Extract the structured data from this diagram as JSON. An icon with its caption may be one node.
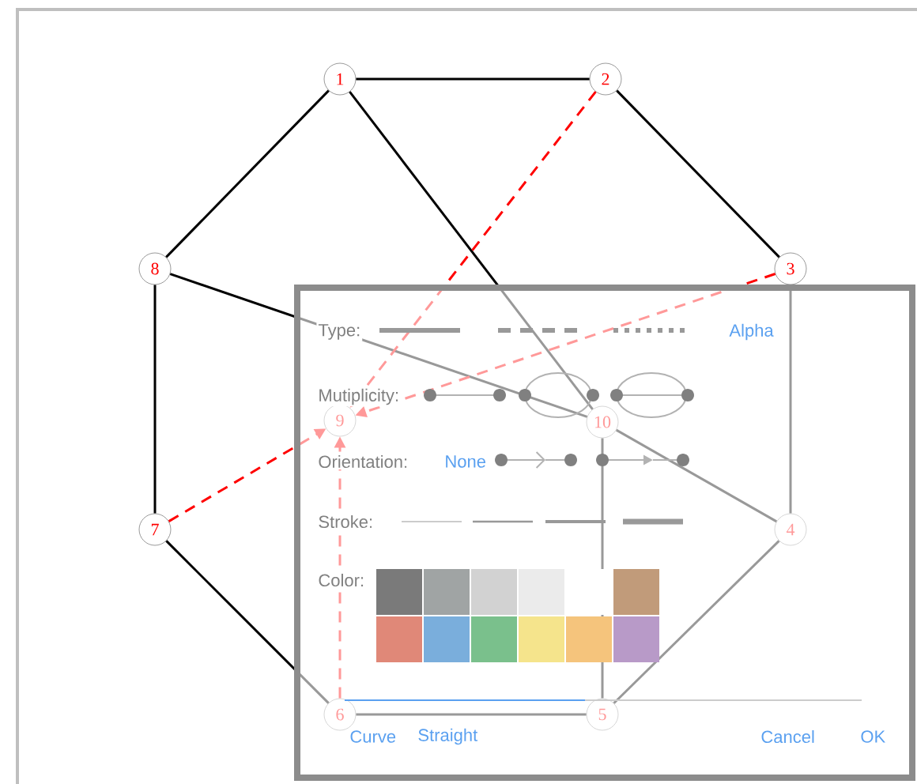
{
  "diagram": {
    "nodes": [
      {
        "text": [
          "1"
        ]
      },
      {
        "text": [
          "2"
        ]
      },
      {
        "text": [
          "3"
        ]
      },
      {
        "text": [
          "4"
        ]
      },
      {
        "text": [
          "5"
        ]
      },
      {
        "text": [
          "6"
        ]
      },
      {
        "text": [
          "7"
        ]
      },
      {
        "text": [
          "8"
        ]
      },
      {
        "text": [
          "9"
        ]
      },
      {
        "text": [
          "10"
        ]
      }
    ],
    "edges": [
      {
        "from": 0,
        "to": 1,
        "arrow": "none"
      },
      {
        "from": 1,
        "to": 2,
        "arrow": "none"
      },
      {
        "from": 2,
        "to": 3,
        "arrow": "none"
      },
      {
        "from": 3,
        "to": 4,
        "arrow": "none"
      },
      {
        "from": 4,
        "to": 5,
        "arrow": "none"
      },
      {
        "from": 5,
        "to": 6,
        "arrow": "none"
      },
      {
        "from": 6,
        "to": 7,
        "arrow": "none"
      },
      {
        "from": 7,
        "to": 0,
        "arrow": "none"
      },
      {
        "from": 0,
        "to": 9,
        "arrow": "none"
      },
      {
        "from": 7,
        "to": 9,
        "arrow": "none"
      },
      {
        "from": 9,
        "to": 3,
        "arrow": "none"
      },
      {
        "from": 9,
        "to": 4,
        "arrow": "none"
      },
      {
        "from": 1,
        "to": 8,
        "arrow": "to",
        "style": "dashed",
        "color": "#ff0000"
      },
      {
        "from": 2,
        "to": 8,
        "arrow": "to",
        "style": "dashed",
        "color": "#ff0000"
      },
      {
        "from": 6,
        "to": 8,
        "arrow": "to",
        "style": "dashed",
        "color": "#ff0000"
      },
      {
        "from": 5,
        "to": 8,
        "arrow": "to",
        "style": "dashed",
        "color": "#ff0000"
      }
    ],
    "labels": [
      "Type:",
      "Alpha",
      "Mutiplicity:",
      "Orientation:",
      "None",
      "Stroke:",
      "Color:",
      "Curve",
      "Straight",
      "Cancel",
      "OK"
    ]
  }
}
